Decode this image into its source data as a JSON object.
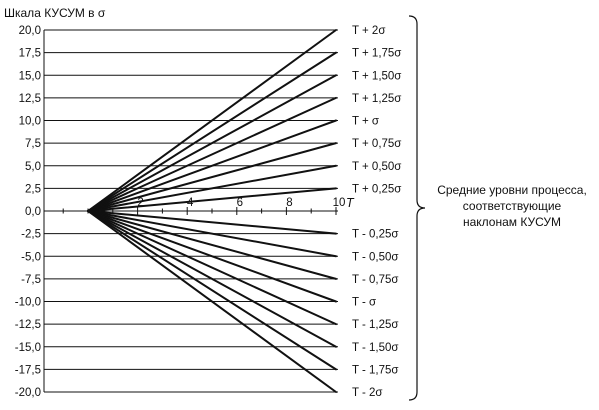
{
  "chart_data": {
    "type": "line",
    "title": "",
    "ylabel": "Шкала КУСУМ в σ",
    "xlabel": "T",
    "xlim": [
      0,
      10
    ],
    "ylim": [
      -20,
      20
    ],
    "yticks": [
      "20,0",
      "17,5",
      "15,0",
      "12,5",
      "10,0",
      "7,5",
      "5,0",
      "2,5",
      "0,0",
      "-2,5",
      "-5,0",
      "-7,5",
      "-10,0",
      "-12,5",
      "-15,0",
      "-17,5",
      "-20,0"
    ],
    "ytick_values": [
      20,
      17.5,
      15,
      12.5,
      10,
      7.5,
      5,
      2.5,
      0,
      -2.5,
      -5,
      -7.5,
      -10,
      -12.5,
      -15,
      -17.5,
      -20
    ],
    "xticks": [
      "2",
      "4",
      "6",
      "8",
      "10"
    ],
    "xtick_values": [
      2,
      4,
      6,
      8,
      10
    ],
    "grid": true,
    "series": [
      {
        "name": "T + 2σ",
        "slope": 2
      },
      {
        "name": "T + 1,75σ",
        "slope": 1.75
      },
      {
        "name": "T + 1,50σ",
        "slope": 1.5
      },
      {
        "name": "T + 1,25σ",
        "slope": 1.25
      },
      {
        "name": "T + σ",
        "slope": 1
      },
      {
        "name": "T + 0,75σ",
        "slope": 0.75
      },
      {
        "name": "T + 0,50σ",
        "slope": 0.5
      },
      {
        "name": "T + 0,25σ",
        "slope": 0.25
      },
      {
        "name": "T - 0,25σ",
        "slope": -0.25
      },
      {
        "name": "T - 0,50σ",
        "slope": -0.5
      },
      {
        "name": "T - 0,75σ",
        "slope": -0.75
      },
      {
        "name": "T - σ",
        "slope": -1
      },
      {
        "name": "T - 1,25σ",
        "slope": -1.25
      },
      {
        "name": "T - 1,50σ",
        "slope": -1.5
      },
      {
        "name": "T - 1,75σ",
        "slope": -1.75
      },
      {
        "name": "T - 2σ",
        "slope": -2
      }
    ],
    "annotation": [
      "Средние уровни процесса,",
      "соответствующие",
      "наклонам КУСУМ"
    ]
  },
  "colors": {
    "ink": "#111111",
    "background": "#ffffff"
  }
}
